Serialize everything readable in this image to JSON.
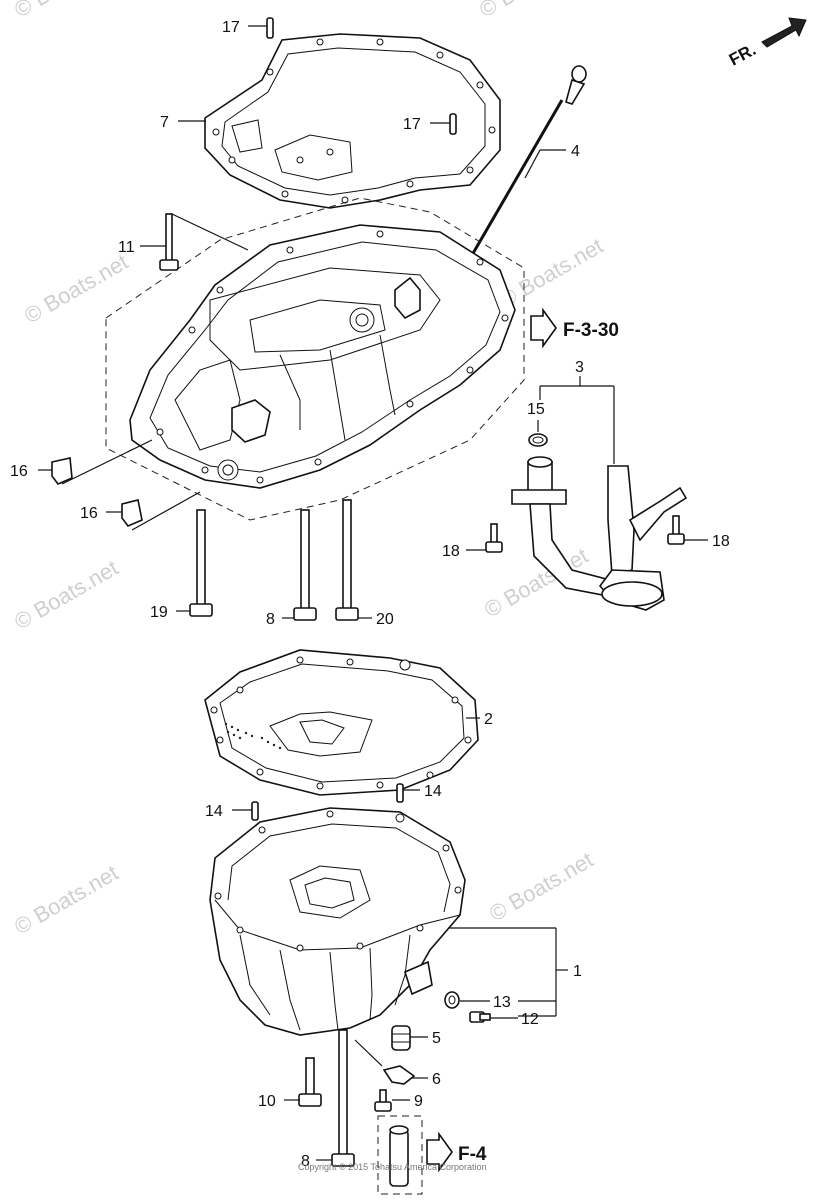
{
  "diagram": {
    "callouts": {
      "c17a": "17",
      "c7": "7",
      "c17b": "17",
      "c4": "4",
      "c11": "11",
      "c3": "3",
      "c15": "15",
      "c16a": "16",
      "c16b": "16",
      "c18a": "18",
      "c18b": "18",
      "c19": "19",
      "c8a": "8",
      "c20": "20",
      "c2": "2",
      "c14a": "14",
      "c14b": "14",
      "c1": "1",
      "c13": "13",
      "c12": "12",
      "c5": "5",
      "c6": "6",
      "c10": "10",
      "c9": "9",
      "c8b": "8"
    },
    "references": {
      "f330": "F-3-30",
      "f4": "F-4"
    },
    "direction_label": "FR.",
    "watermark": "© Boats.net",
    "copyright": "Copyright © 2015 Tohatsu America Corporation"
  }
}
